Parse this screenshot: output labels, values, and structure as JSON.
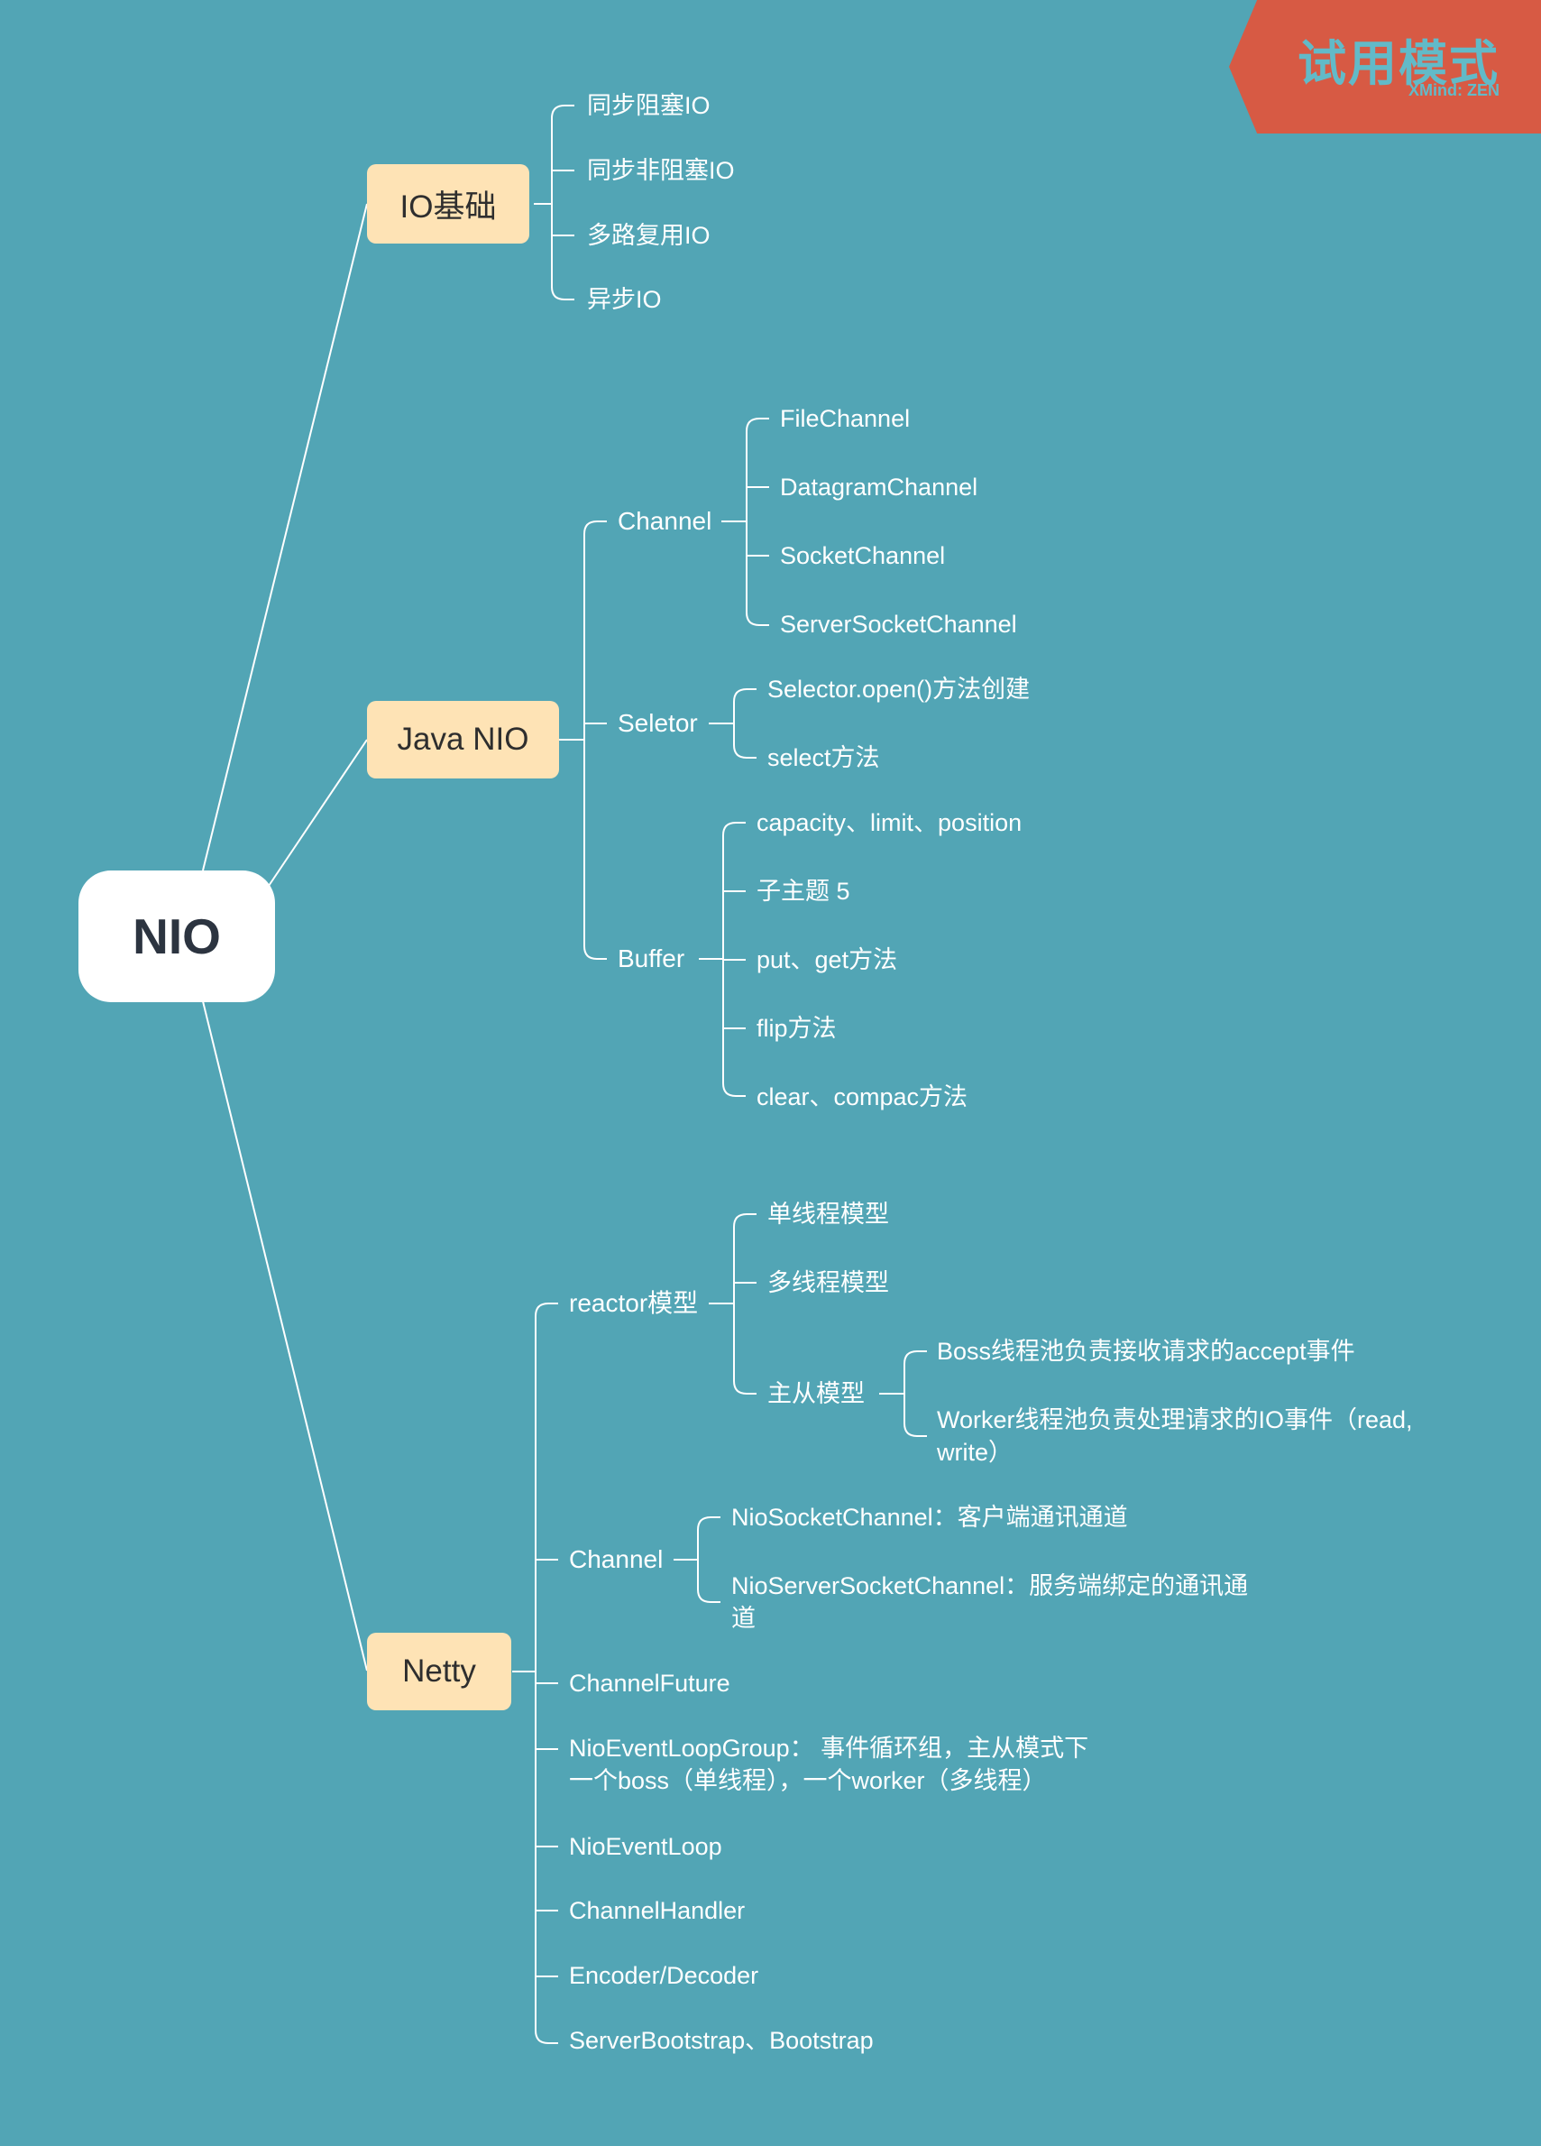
{
  "root": {
    "label": "NIO"
  },
  "io_basics": {
    "label": "IO基础",
    "items": [
      "同步阻塞IO",
      "同步非阻塞IO",
      "多路复用IO",
      "异步IO"
    ]
  },
  "java_nio": {
    "label": "Java NIO",
    "channel": {
      "label": "Channel",
      "items": [
        "FileChannel",
        "DatagramChannel",
        "SocketChannel",
        "ServerSocketChannel"
      ]
    },
    "selector": {
      "label": "Seletor",
      "items": [
        "Selector.open()方法创建",
        "select方法"
      ]
    },
    "buffer": {
      "label": "Buffer",
      "items": [
        "capacity、limit、position",
        "子主题 5",
        "put、get方法",
        "flip方法",
        "clear、compac方法"
      ]
    }
  },
  "netty": {
    "label": "Netty",
    "reactor": {
      "label": "reactor模型",
      "items": [
        "单线程模型",
        "多线程模型"
      ],
      "master_slave": {
        "label": "主从模型",
        "items": [
          "Boss线程池负责接收请求的accept事件",
          "Worker线程池负责处理请求的IO事件（read,",
          "write）"
        ]
      }
    },
    "channel": {
      "label": "Channel",
      "items": [
        "NioSocketChannel：客户端通讯通道",
        "NioServerSocketChannel：服务端绑定的通讯通",
        "道"
      ]
    },
    "channel_future": "ChannelFuture",
    "event_loop_group": [
      "NioEventLoopGroup： 事件循环组，主从模式下",
      "一个boss（单线程），一个worker（多线程）"
    ],
    "event_loop": "NioEventLoop",
    "channel_handler": "ChannelHandler",
    "codec": "Encoder/Decoder",
    "bootstrap": "ServerBootstrap、Bootstrap"
  },
  "watermark": {
    "title": "试用模式",
    "brand": "XMind: ZEN"
  },
  "colors": {
    "background": "#52a5b5",
    "topic": "#fee3b5",
    "root": "#ffffff",
    "ribbon": "#d75a44",
    "ribbon_text": "#62bac8"
  }
}
